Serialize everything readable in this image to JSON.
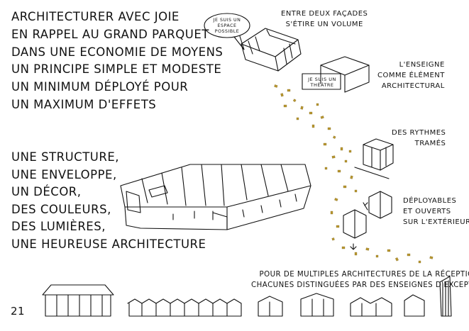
{
  "intro_lines": [
    "ARCHITECTURER AVEC JOIE",
    "EN RAPPEL AU GRAND PARQUET",
    "DANS UNE ECONOMIE DE MOYENS",
    "UN PRINCIPE SIMPLE ET MODESTE",
    "UN MINIMUM DÉPLOYÉ POUR",
    "UN MAXIMUM D'EFFETS"
  ],
  "list_lines": [
    "UNE STRUCTURE,",
    "UNE ENVELOPPE,",
    "UN DÉCOR,",
    "DES COULEURS,",
    "DES LUMIÈRES,",
    "UNE HEUREUSE ARCHITECTURE"
  ],
  "captions": {
    "facades": [
      "ENTRE DEUX FAÇADES",
      "S'ÉTIRE UN VOLUME"
    ],
    "enseigne": [
      "L'ENSEIGNE",
      "COMME ÉLÉMENT",
      "ARCHITECTURAL"
    ],
    "rythmes": [
      "DES RYTHMES",
      "TRAMÉS"
    ],
    "deployables": [
      "DÉPLOYABLES",
      "ET OUVERTS",
      "SUR L'EXTÉRIEUR"
    ],
    "reception": [
      "POUR DE MULTIPLES ARCHITECTURES DE LA RÉCEPTION",
      "CHACUNES DISTINGUÉES PAR DES ENSEIGNES D'EXCEPTION"
    ]
  },
  "bubble": [
    "JE SUIS UN",
    "ESPACE",
    "POSSIBLE"
  ],
  "sign": [
    "JE SUIS UN",
    "THÉÂTRE"
  ],
  "page_number": "21",
  "colors": {
    "ink": "#111111",
    "gold": "#b9972f"
  }
}
